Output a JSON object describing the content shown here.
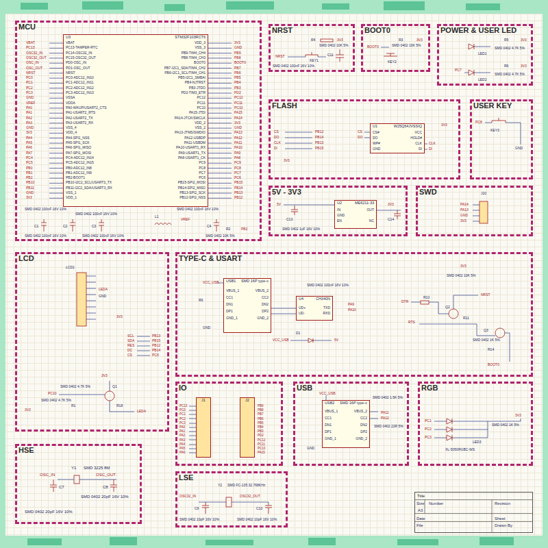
{
  "diagram": {
    "nodes": [
      {
        "text": [
          "MCU"
        ]
      },
      {
        "text": [
          "U3",
          "STM32F103RCT6"
        ],
        "in": 0
      },
      {
        "text": [
          "NRST"
        ]
      },
      {
        "text": [
          "BOOT0"
        ]
      },
      {
        "text": [
          "POWER & USER LED"
        ]
      },
      {
        "text": [
          "FLASH"
        ]
      },
      {
        "text": [
          "U1",
          "W25Q64JVSSIQ"
        ],
        "in": 5
      },
      {
        "text": [
          "USER KEY"
        ]
      },
      {
        "text": [
          "5V - 3V3"
        ]
      },
      {
        "text": [
          "U2",
          "ME6211-33"
        ],
        "in": 8
      },
      {
        "text": [
          "SWD"
        ]
      },
      {
        "text": [
          "LCD"
        ]
      },
      {
        "text": [
          "TYPE-C & USART"
        ]
      },
      {
        "text": [
          "USB1",
          "SMD 16P type-c"
        ],
        "in": 12
      },
      {
        "text": [
          "U4",
          "CH340N"
        ],
        "in": 12
      },
      {
        "text": [
          "IO"
        ]
      },
      {
        "text": [
          "J1"
        ],
        "in": 15
      },
      {
        "text": [
          "J2"
        ],
        "in": 15
      },
      {
        "text": [
          "USB"
        ]
      },
      {
        "text": [
          "USB2",
          "SMD 16P type-c"
        ],
        "in": 18
      },
      {
        "text": [
          "RGB"
        ]
      },
      {
        "text": [
          "HSE"
        ]
      },
      {
        "text": [
          "LSE"
        ]
      },
      {
        "text": [
          "Title"
        ]
      }
    ],
    "labels": [
      "VBAT",
      "PC13-TAMPER-RTC",
      "PC14-OSC32_IN",
      "PC15-OSC32_OUT",
      "PD0-OSC_IN",
      "PD1-OSC_OUT",
      "NRST",
      "PC0-ADC12_IN10",
      "PC1-ADC12_IN11",
      "PC2-ADC12_IN12",
      "PC3-ADC12_IN13",
      "VSSA",
      "VDDA",
      "PA0-WKUP/USART2_CTS",
      "PA1-USART2_RTS",
      "PA2-USART2_TX",
      "PA3-USART2_RX",
      "VSS_4",
      "VDD_4",
      "PA4-SPI1_NSS",
      "PA5-SPI1_SCK",
      "PA6-SPI1_MISO",
      "PA7-SPI1_MOSI",
      "PC4-ADC12_IN14",
      "PC5-ADC12_IN15",
      "PB0-ADC12_IN8",
      "PB1-ADC12_IN9",
      "PB2-BOOT1",
      "PB10-I2C2_SCL/USART3_TX",
      "PB11-I2C2_SDA/USART3_RX",
      "VSS_1",
      "VDD_1",
      "VDD_3",
      "VSS_3",
      "PB9-TIM4_CH4",
      "PB8-TIM4_CH3",
      "BOOT0",
      "PB7-I2C1_SDA/TIM4_CH2",
      "PB6-I2C1_SCL/TIM4_CH1",
      "PB5-I2C1_SMBAI",
      "PB4-NJTRST",
      "PB3-JTDO",
      "PD2-TIM3_ETR",
      "PC12",
      "PC11",
      "PC10",
      "PA15-JTDI",
      "PA14-JTCK/SWCLK",
      "VDD_2",
      "VSS_2",
      "PA13-JTMS/SWDIO",
      "PA12-USBDP",
      "PA11-USBDM",
      "PA10-USART1_RX",
      "PA9-USART1_TX",
      "PA8-USART1_CK",
      "PC9",
      "PC8",
      "PC7",
      "PC6",
      "PB15-SPI2_MOSI",
      "PB14-SPI2_MISO",
      "PB13-SPI2_SCK",
      "PB12-SPI2_NSS",
      "VBAT",
      "PC13",
      "OSC32_IN",
      "OSC32_OUT",
      "OSC_IN",
      "OSC_OUT",
      "NRST",
      "PC0",
      "PC1",
      "PC2",
      "PC3",
      "GND",
      "VREF",
      "PA0",
      "PA1",
      "PA2",
      "PA3",
      "GND",
      "3V3",
      "PA4",
      "PA5",
      "PA6",
      "PA7",
      "PC4",
      "PC5",
      "PB0",
      "PB1",
      "PB2",
      "PB10",
      "PB11",
      "GND",
      "3V3",
      "3V3",
      "GND",
      "PB9",
      "PB8",
      "BOOT0",
      "PB7",
      "PB6",
      "PB5",
      "PB4",
      "PB3",
      "PD2",
      "PC12",
      "PC11",
      "PC10",
      "PA15",
      "PA14",
      "3V3",
      "GND",
      "PA13",
      "PA12",
      "PA11",
      "PA10",
      "PA9",
      "PA8",
      "PC9",
      "PC8",
      "PC7",
      "PC6",
      "PB15",
      "PB14",
      "PB13",
      "PB12",
      "SMD 0402 100nF 16V 10%",
      "SMD 0402 100nF 16V 10%",
      "SMD 0402 100nF 16V 10%",
      "C1",
      "C2",
      "C3",
      "L1",
      "VREF",
      "C4",
      "R2",
      "PB2",
      "SMD 0402 10K 5%",
      "SMD 0402 100nF 16V 10%",
      "SMD 0402 100nF 16V 10%",
      "R4",
      "3V3",
      "SMD 0402 10K 5%",
      "NRST",
      "C11",
      "KEY1",
      "SMD 0402 100nF 16V 10%",
      "BOOT0",
      "R3",
      "3V3",
      "SMD 0402 10K 5%",
      "KEY2",
      "LED1",
      "R5",
      "3V3",
      "SMD 0402 4.7K 5%",
      "PC7",
      "LED2",
      "R6",
      "3V3",
      "SMD 0402 4.7K 5%",
      "CS",
      "DO",
      "CLK",
      "DI",
      "PB12",
      "PB14",
      "PB13",
      "PB15",
      "CS#",
      "DO",
      "WP#",
      "GND",
      "VCC",
      "HOLD#",
      "CLK",
      "DI",
      "CS",
      "DO",
      "CLK",
      "DI",
      "3V3",
      "3V3",
      "PC8",
      "KEY3",
      "GND",
      "IN",
      "GND",
      "EN",
      "OUT",
      "NC",
      "5V",
      "3V3",
      "C13",
      "C14",
      "SMD 0402 1uF 16V 10%",
      "J10",
      "PA14",
      "PA13",
      "GND",
      "3V3",
      "LCD1",
      "LEDA",
      "GND",
      "3V3",
      "SCL",
      "SDA",
      "RES",
      "DC",
      "CS",
      "PB13",
      "PB15",
      "PB12",
      "PB14",
      "PC6",
      "3V3",
      "Q1",
      "PC10",
      "SMD 0402 4.7K 5%",
      "SMD 0402 4.7K 5%",
      "R1",
      "R18",
      "LEDA",
      "3V3",
      "VBUS_1",
      "CC1",
      "DN1",
      "DP1",
      "GND_1",
      "VBUS_2",
      "CC2",
      "DN2",
      "DP2",
      "GND_2",
      "VCC_USB",
      "R9",
      "GND",
      "UD+",
      "UD-",
      "TXD",
      "RXD",
      "SMD 0402 100nF 16V 10%",
      "D1",
      "VCC_USB",
      "5V",
      "PA9",
      "PA10",
      "3V3",
      "SMD 0402 10K 5%",
      "NRST",
      "DTR",
      "R10",
      "Q2",
      "RTS",
      "R11",
      "Q3",
      "SMD 0402 1K 5%",
      "R14",
      "BOOT0",
      "PC13",
      "PC0",
      "PC1",
      "PC2",
      "PC3",
      "PA0",
      "PA1",
      "PA2",
      "PA3",
      "PA4",
      "PA5",
      "PA6",
      "PB9",
      "PB8",
      "PB7",
      "PB6",
      "PB5",
      "PB4",
      "PB3",
      "PD2",
      "PC12",
      "PC11",
      "PC10",
      "PA15",
      "VBUS_1",
      "CC1",
      "DN1",
      "DP1",
      "GND_1",
      "VBUS_2",
      "CC2",
      "DN2",
      "DP2",
      "GND_2",
      "VCC_USB",
      "PA11",
      "PA12",
      "SMD 0402 1.5K 5%",
      "SMD 0402 22R 5%",
      "GND",
      "PC1",
      "PC2",
      "PC3",
      "3V3",
      "SMD 0402 1K 5%",
      "LED3",
      "XL-5050RGBC-WS",
      "Y1",
      "SMD 3225 8M",
      "OSC_IN",
      "OSC_OUT",
      "C7",
      "C8",
      "SMD 0402 20pF 16V 10%",
      "SMD 0402 20pF 16V 10%",
      "Y2",
      "SMD FC-135 32.768KHz",
      "OSC32_IN",
      "OSC32_OUT",
      "C9",
      "C10",
      "SMD 0402 10pF 16V 10%",
      "SMD 0402 10pF 16V 10%",
      "Size",
      "Number",
      "Revision",
      "A3",
      "Date",
      "Sheet",
      "File",
      "Drawn By"
    ]
  }
}
